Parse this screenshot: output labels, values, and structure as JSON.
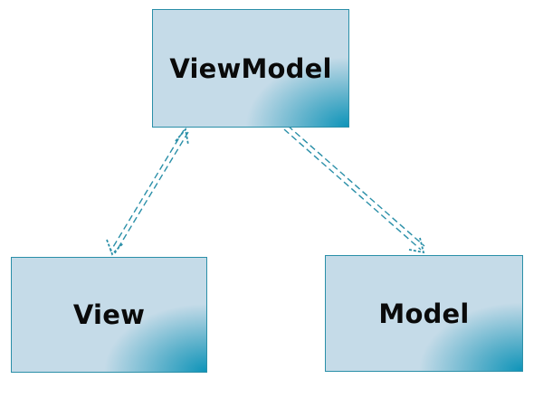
{
  "diagram": {
    "nodes": {
      "viewmodel": {
        "label": "ViewModel"
      },
      "view": {
        "label": "View"
      },
      "model": {
        "label": "Model"
      }
    },
    "edges": [
      {
        "from": "viewmodel",
        "to": "view",
        "style": "dashed-double",
        "arrows": "both"
      },
      {
        "from": "viewmodel",
        "to": "model",
        "style": "dashed-double",
        "arrows": "end"
      }
    ],
    "colors": {
      "box_fill": "#c5dbe8",
      "box_accent": "#0e94b9",
      "border": "#2a8fa8",
      "connector": "#2a8fa8",
      "text": "#0a0a0a"
    }
  }
}
